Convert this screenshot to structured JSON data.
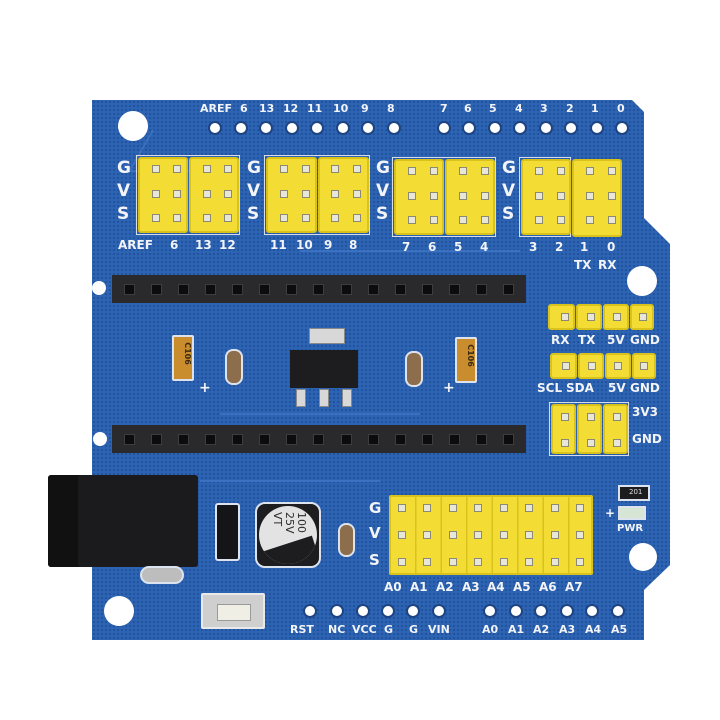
{
  "image": {
    "subject": "Arduino Nano I/O expansion shield (blue PCB)",
    "background_color": "#ffffff",
    "pcb_color": "#2c63b3",
    "header_color": "#f3dc33",
    "socket_color": "#2a2a2c",
    "silkscreen_color": "#f2f4f8"
  },
  "top_pins": {
    "labels": [
      "AREF",
      "6",
      "13",
      "12",
      "11",
      "10",
      "9",
      "8",
      "7",
      "6",
      "5",
      "4",
      "3",
      "2",
      "1",
      "0"
    ]
  },
  "digital_groups": [
    {
      "rows": [
        "G",
        "V",
        "S"
      ],
      "labels": [
        "AREF",
        "6",
        "13",
        "12"
      ]
    },
    {
      "rows": [
        "G",
        "V",
        "S"
      ],
      "labels": [
        "11",
        "10",
        "9",
        "8"
      ]
    },
    {
      "rows": [
        "G",
        "V",
        "S"
      ],
      "labels": [
        "7",
        "6",
        "5",
        "4"
      ]
    },
    {
      "rows": [
        "G",
        "V",
        "S"
      ],
      "labels": [
        "3",
        "2",
        "1",
        "0"
      ]
    }
  ],
  "serial_note": {
    "tx": "TX",
    "rx": "RX"
  },
  "uart_header": {
    "labels": [
      "RX",
      "TX",
      "5V",
      "GND"
    ]
  },
  "i2c_header": {
    "labels": [
      "SCL",
      "SDA",
      "5V",
      "GND"
    ]
  },
  "power_header": {
    "labels": [
      "3V3",
      "GND"
    ]
  },
  "nano_sockets": {
    "top_count": 15,
    "bottom_count": 15
  },
  "components": {
    "tantalum_cap_left": "C106",
    "tantalum_cap_right": "C106",
    "plus_sign": "+",
    "electrolytic_cap": [
      "100",
      "25V",
      "VT"
    ],
    "resistor_code": "201",
    "led_label": "PWR",
    "led_plus": "+"
  },
  "analog_group": {
    "rows": [
      "G",
      "V",
      "S"
    ],
    "labels": [
      "A0",
      "A1",
      "A2",
      "A3",
      "A4",
      "A5",
      "A6",
      "A7"
    ]
  },
  "bottom_pins": {
    "left_labels": [
      "RST",
      "NC",
      "VCC",
      "G",
      "G",
      "VIN"
    ],
    "right_labels": [
      "A0",
      "A1",
      "A2",
      "A3",
      "A4",
      "A5"
    ]
  }
}
